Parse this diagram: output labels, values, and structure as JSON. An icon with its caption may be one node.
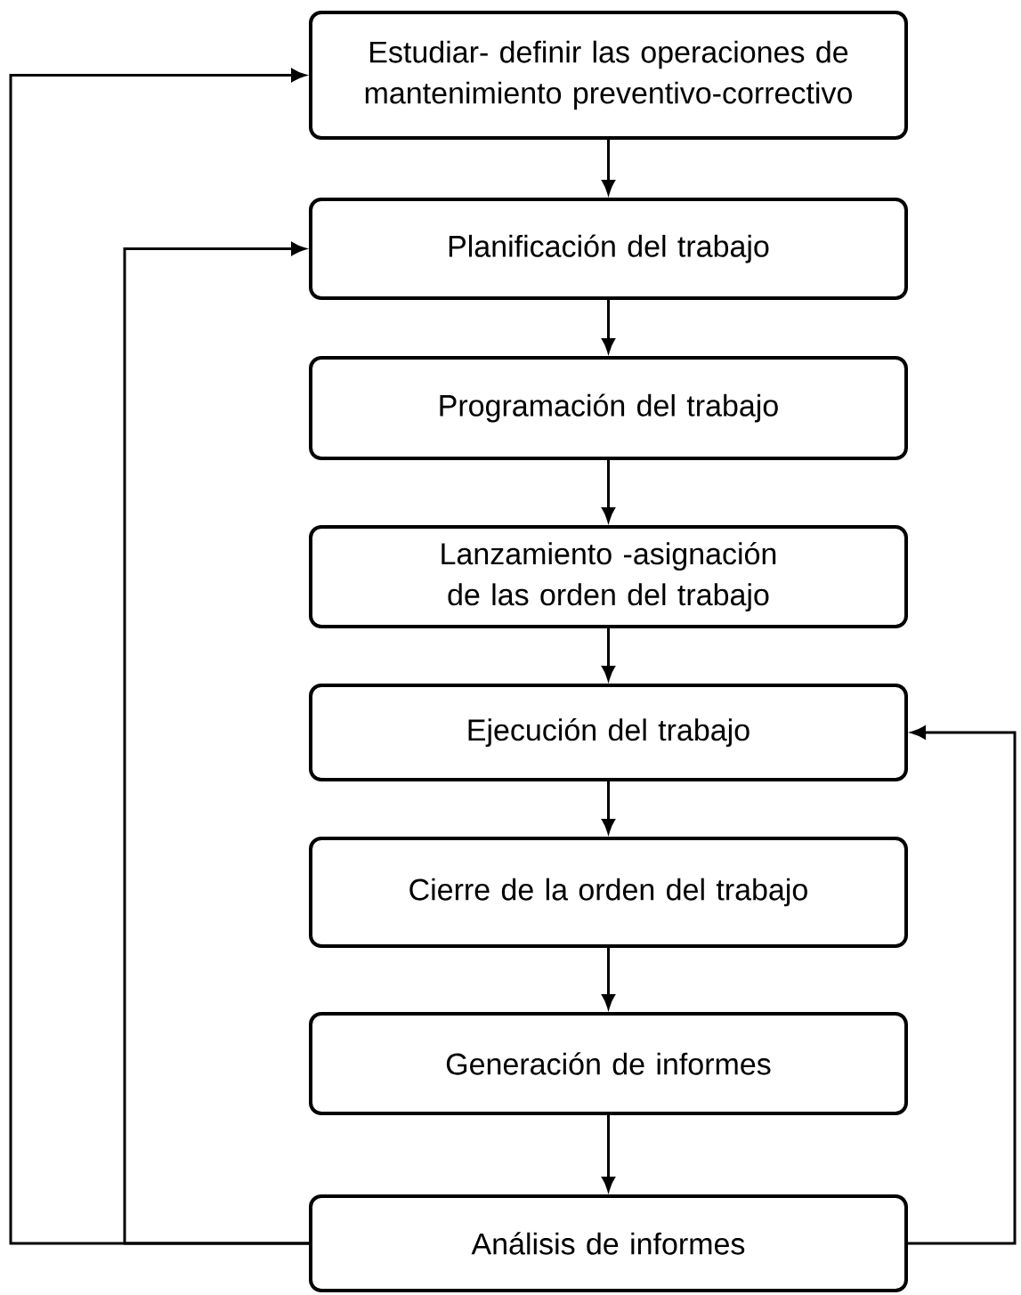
{
  "diagram": {
    "nodes": [
      {
        "text": [
          "Estudiar- definir las operaciones de mantenimiento preventivo-correctivo"
        ]
      },
      {
        "text": [
          "Planificación del trabajo"
        ]
      },
      {
        "text": [
          "Programación del trabajo"
        ]
      },
      {
        "text": [
          "Lanzamiento -asignación de las orden del trabajo"
        ]
      },
      {
        "text": [
          "Ejecución del trabajo"
        ]
      },
      {
        "text": [
          "Cierre de la orden del trabajo"
        ]
      },
      {
        "text": [
          "Generación de informes"
        ]
      },
      {
        "text": [
          "Análisis de informes"
        ]
      }
    ],
    "edges": [
      {
        "from": 0,
        "to": 1,
        "arrow": "to"
      },
      {
        "from": 1,
        "to": 2,
        "arrow": "to"
      },
      {
        "from": 2,
        "to": 3,
        "arrow": "to"
      },
      {
        "from": 3,
        "to": 4,
        "arrow": "to"
      },
      {
        "from": 4,
        "to": 5,
        "arrow": "to"
      },
      {
        "from": 5,
        "to": 6,
        "arrow": "to"
      },
      {
        "from": 6,
        "to": 7,
        "arrow": "to"
      },
      {
        "from": 7,
        "to": 0,
        "arrow": "to"
      },
      {
        "from": 7,
        "to": 1,
        "arrow": "to"
      },
      {
        "from": 7,
        "to": 4,
        "arrow": "to"
      }
    ]
  }
}
